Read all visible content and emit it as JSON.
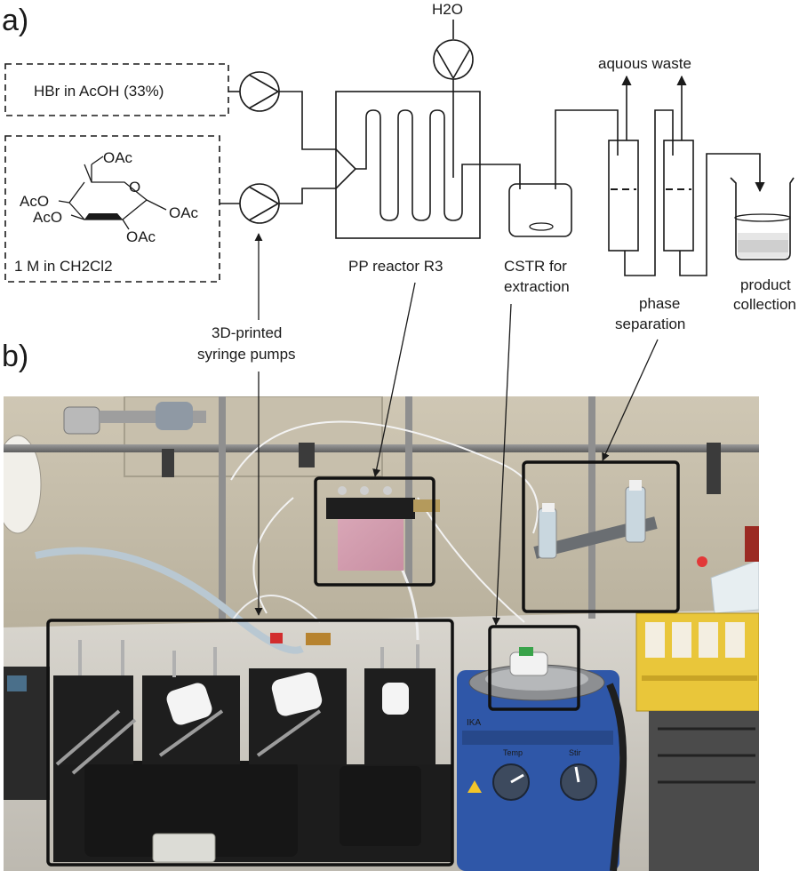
{
  "panels": {
    "a": "a)",
    "b": "b)"
  },
  "reagents": {
    "hbr": "HBr in AcOH (33%)",
    "sugar_oac_top": "OAc",
    "sugar_oac_left1": "AcO",
    "sugar_oac_left2": "AcO",
    "sugar_o_ring": "O",
    "sugar_oac_right": "OAc",
    "sugar_oac_bottom": "OAc",
    "concentration": "1 M in CH2Cl2"
  },
  "water": "H2O",
  "labels": {
    "reactor": "PP reactor R3",
    "cstr_line1": "CSTR for",
    "cstr_line2": "extraction",
    "aqueous_waste": "aquous waste",
    "phase_line1": "phase",
    "phase_line2": "separation",
    "product_line1": "product",
    "product_line2": "collection",
    "pumps_line1": "3D-printed",
    "pumps_line2": "syringe pumps"
  },
  "photo": {
    "hotplate_brand": "IKA",
    "dial_left": "Temp",
    "dial_right": "Stir"
  }
}
